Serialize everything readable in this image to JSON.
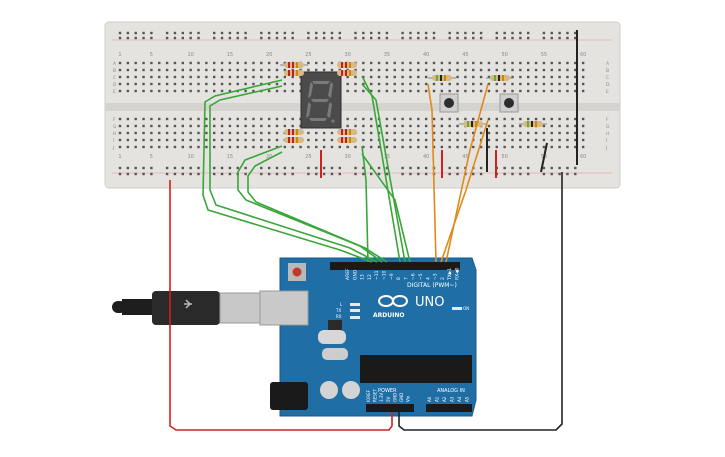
{
  "breadboard": {
    "column_numbers": [
      "1",
      "5",
      "10",
      "15",
      "20",
      "25",
      "30",
      "35",
      "40",
      "45",
      "50",
      "55",
      "60"
    ],
    "row_letters_top": [
      "A",
      "B",
      "C",
      "D",
      "E"
    ],
    "row_letters_bottom": [
      "F",
      "G",
      "H",
      "I",
      "J"
    ]
  },
  "arduino": {
    "brand": "ARDUINO",
    "model": "UNO",
    "digital_header_label": "DIGITAL (PWM~)",
    "digital_pins": [
      "AREF",
      "GND",
      "13",
      "12",
      "~11",
      "~10",
      "~9",
      "8",
      "7",
      "~6",
      "~5",
      "4",
      "~3",
      "2",
      "TX▶1",
      "RX◀0"
    ],
    "power_label": "POWER",
    "power_pins": [
      "IOREF",
      "RESET",
      "3.3V",
      "5V",
      "GND",
      "GND",
      "Vin"
    ],
    "analog_label": "ANALOG IN",
    "analog_pins": [
      "A0",
      "A1",
      "A2",
      "A3",
      "A4",
      "A5"
    ],
    "tx_label": "TX",
    "rx_label": "RX",
    "l_label": "L",
    "on_label": "ON"
  },
  "display": {
    "digit": "8"
  },
  "colors": {
    "breadboard": "#e4e3e0",
    "board": "#1f6fa6",
    "wire_green": "#3aa63a",
    "wire_orange": "#e08a1c",
    "wire_red": "#d22020",
    "wire_black": "#222222"
  }
}
